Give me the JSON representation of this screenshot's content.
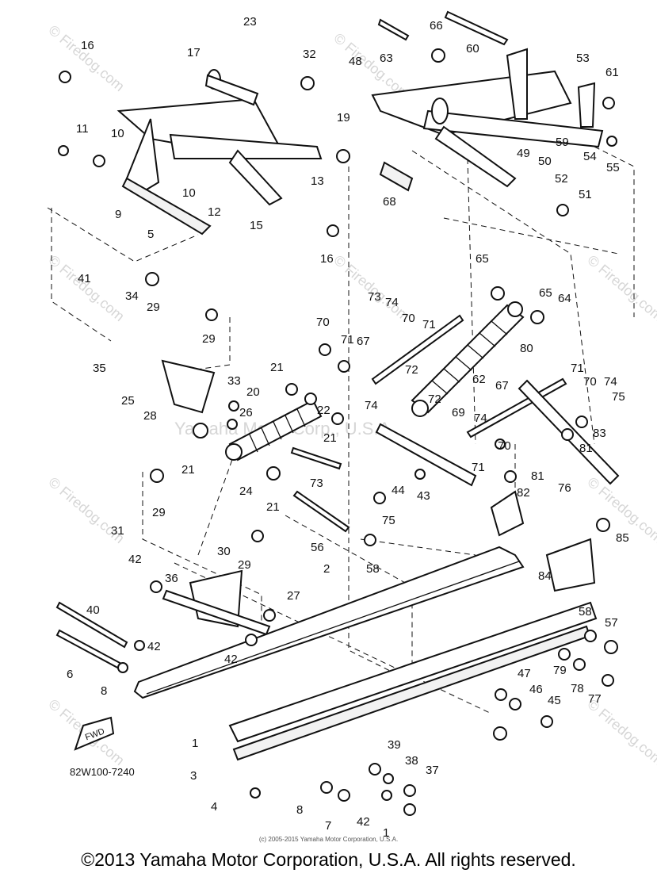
{
  "diagram": {
    "part_numbers": [
      "1",
      "2",
      "3",
      "4",
      "5",
      "6",
      "7",
      "8",
      "9",
      "10",
      "11",
      "12",
      "13",
      "15",
      "16",
      "17",
      "19",
      "20",
      "21",
      "22",
      "23",
      "24",
      "25",
      "26",
      "27",
      "28",
      "29",
      "30",
      "31",
      "32",
      "33",
      "34",
      "35",
      "36",
      "37",
      "38",
      "39",
      "40",
      "41",
      "42",
      "43",
      "44",
      "45",
      "46",
      "47",
      "48",
      "49",
      "50",
      "51",
      "52",
      "53",
      "54",
      "55",
      "56",
      "57",
      "58",
      "59",
      "60",
      "61",
      "62",
      "63",
      "64",
      "65",
      "66",
      "67",
      "68",
      "69",
      "70",
      "71",
      "72",
      "73",
      "74",
      "75",
      "76",
      "77",
      "78",
      "79",
      "80",
      "81",
      "82",
      "83",
      "84",
      "85"
    ],
    "fwd_label": "FWD",
    "diagram_code": "82W100-7240",
    "watermark": "© Firedog.com",
    "center_watermark": "Yamaha Motor Corp., U.S.A."
  },
  "footer": {
    "small_copyright": "(c) 2005-2015 Yamaha Motor Corporation, U.S.A.",
    "copyright": "©2013 Yamaha Motor Corporation, U.S.A. All rights reserved."
  }
}
